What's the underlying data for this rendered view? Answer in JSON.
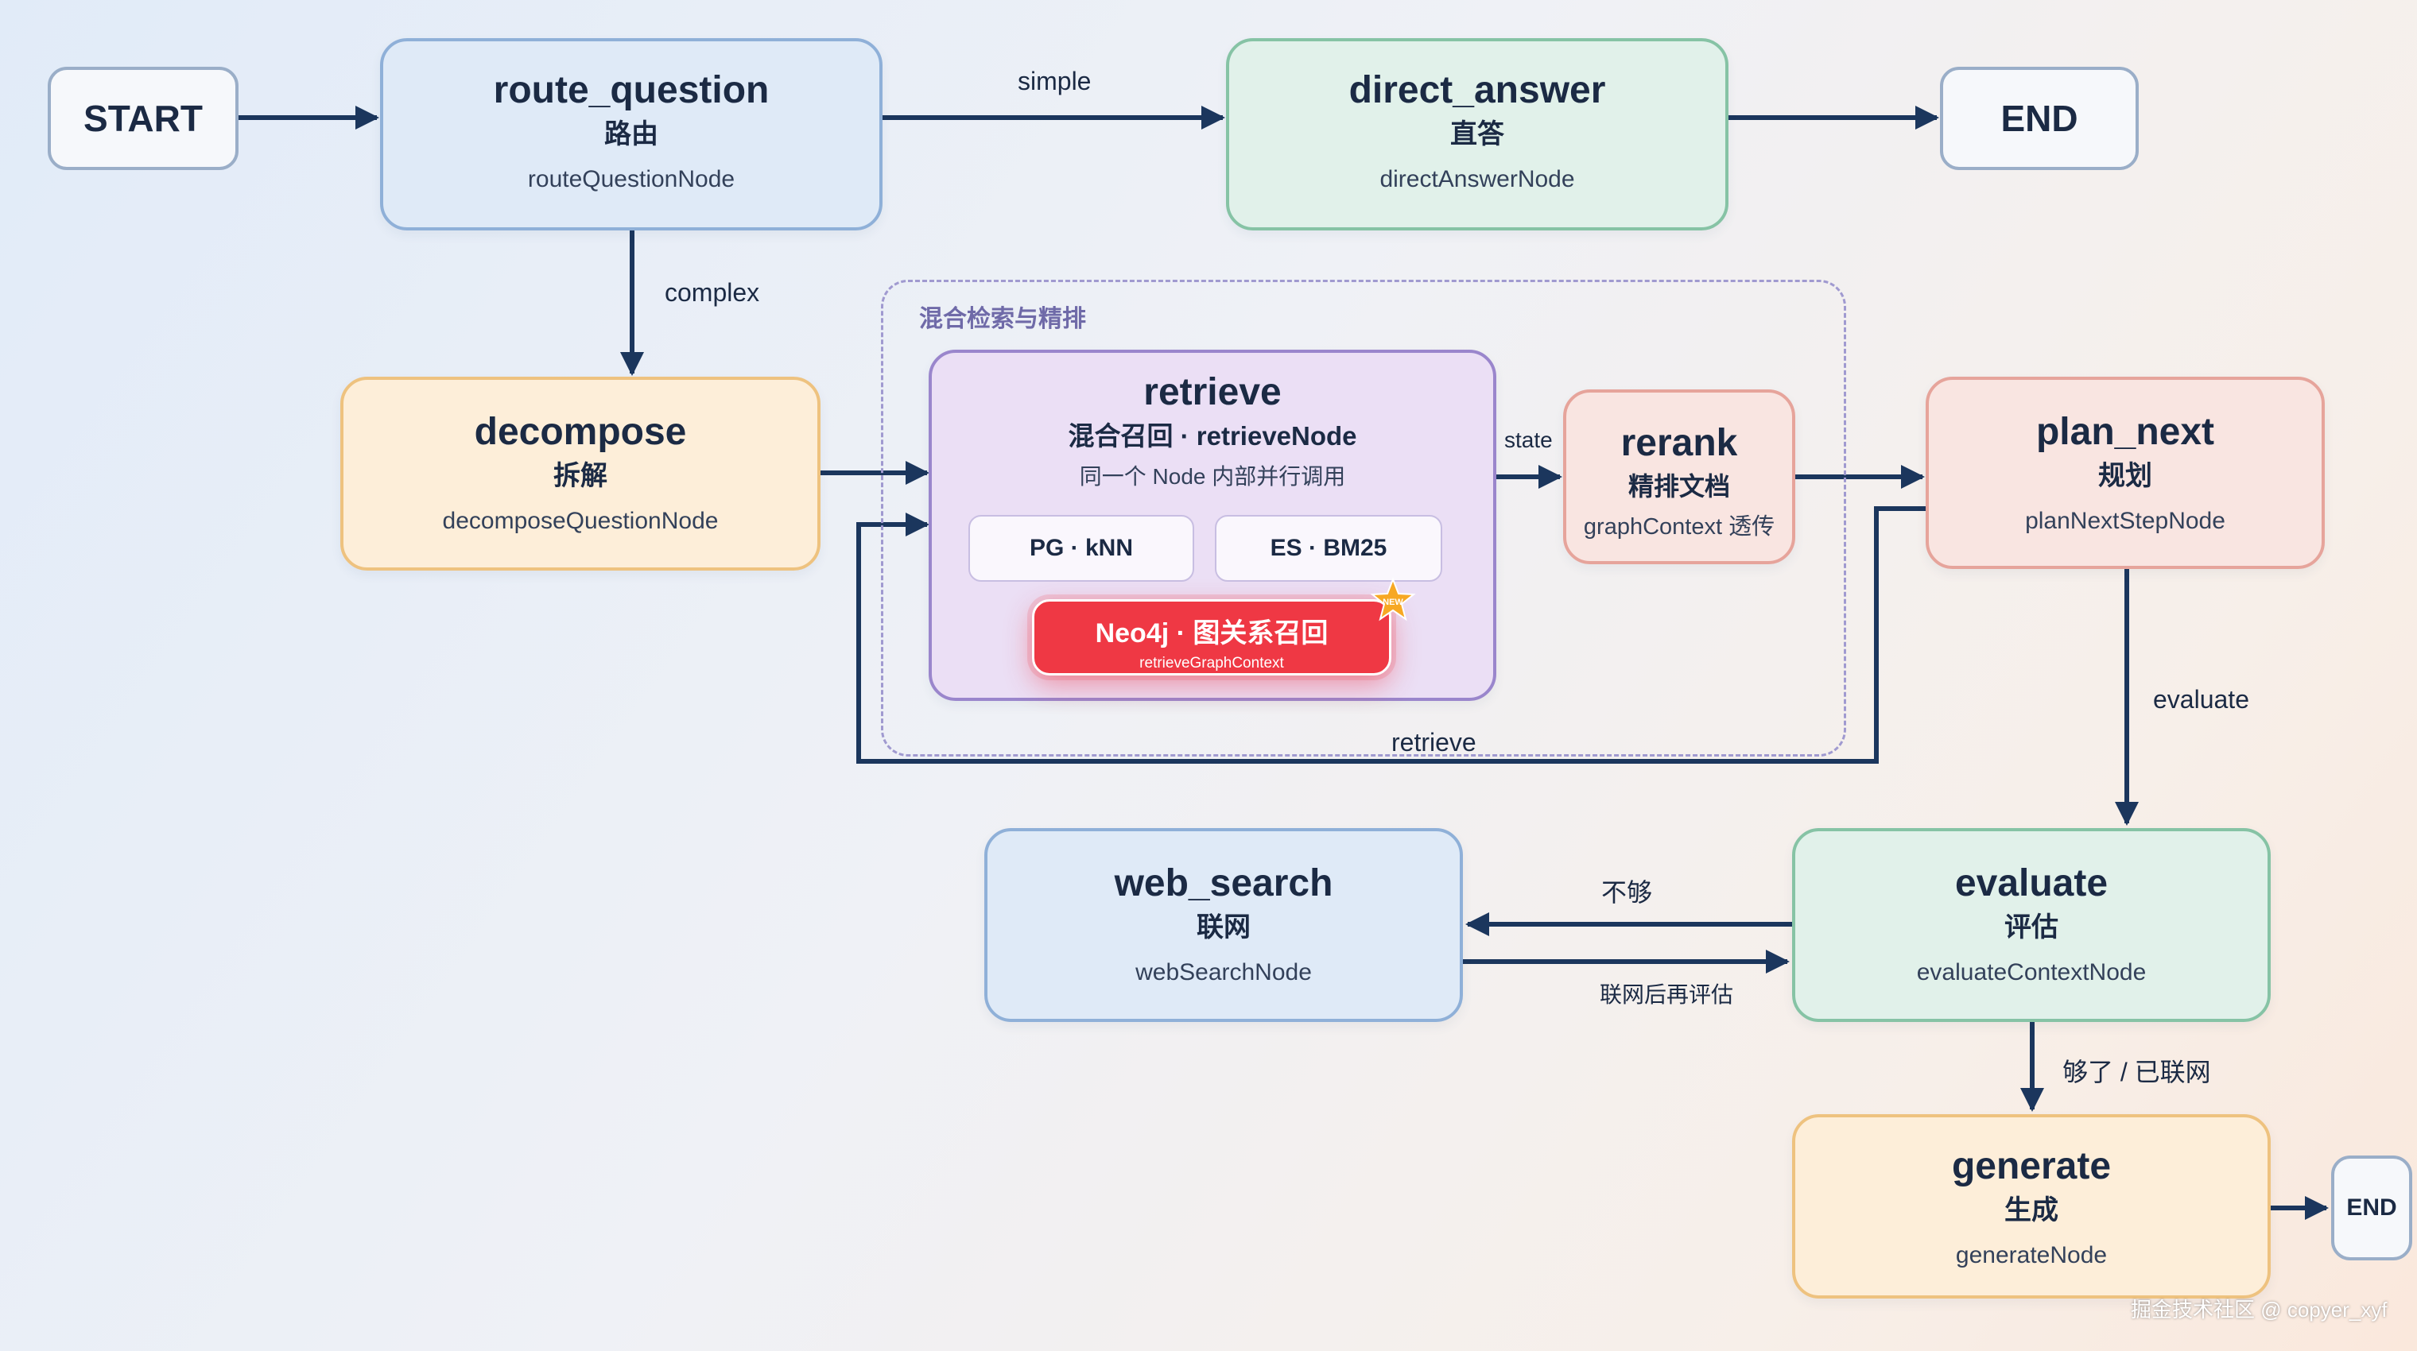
{
  "terminals": {
    "start": "START",
    "end_top": "END",
    "end_bottom": "END"
  },
  "nodes": {
    "route_question": {
      "title": "route_question",
      "zh": "路由",
      "node": "routeQuestionNode"
    },
    "direct_answer": {
      "title": "direct_answer",
      "zh": "直答",
      "node": "directAnswerNode"
    },
    "decompose": {
      "title": "decompose",
      "zh": "拆解",
      "node": "decomposeQuestionNode"
    },
    "retrieve": {
      "title": "retrieve",
      "zh": "混合召回 · retrieveNode",
      "note": "同一个 Node 内部并行调用"
    },
    "rerank": {
      "title": "rerank",
      "zh": "精排文档",
      "node": "graphContext 透传"
    },
    "plan_next": {
      "title": "plan_next",
      "zh": "规划",
      "node": "planNextStepNode"
    },
    "web_search": {
      "title": "web_search",
      "zh": "联网",
      "node": "webSearchNode"
    },
    "evaluate": {
      "title": "evaluate",
      "zh": "评估",
      "node": "evaluateContextNode"
    },
    "generate": {
      "title": "generate",
      "zh": "生成",
      "node": "generateNode"
    }
  },
  "retrieval_group": {
    "title": "混合检索与精排",
    "chips": [
      "PG · kNN",
      "ES · BM25"
    ],
    "neo4j": {
      "title": "Neo4j · 图关系召回",
      "sub": "retrieveGraphContext",
      "badge": "NEW"
    }
  },
  "edge_labels": {
    "simple": "simple",
    "complex": "complex",
    "state": "state",
    "retrieve": "retrieve",
    "evaluate": "evaluate",
    "not_enough": "不够",
    "reevaluate": "联网后再评估",
    "enough": "够了 / 已联网"
  },
  "watermark": "掘金技术社区 @ copyer_xyf",
  "colors": {
    "edge": "#1b365d",
    "group_border": "#a09ad0",
    "neo4j": "#ef3844",
    "badge": "#f7a823"
  }
}
